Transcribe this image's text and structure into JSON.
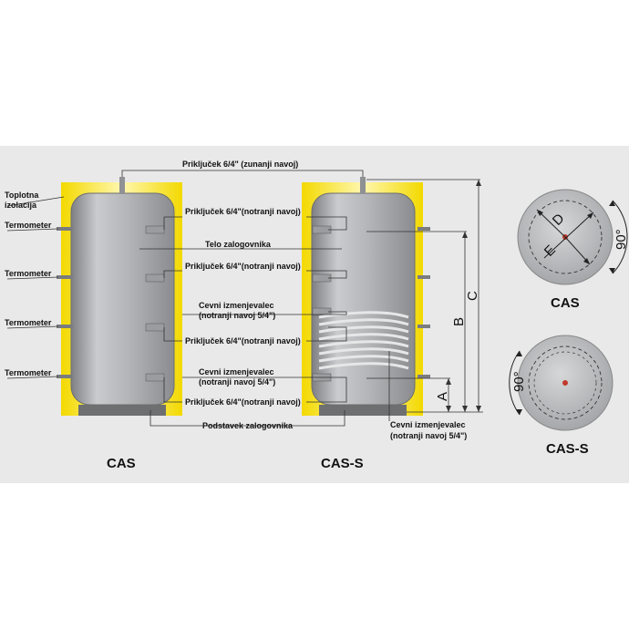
{
  "labels": {
    "top_connection": "Priključek 6/4\" (zunanji navoj)",
    "insulation_line1": "Toplotna",
    "insulation_line2": "izolacija",
    "thermometer": "Termometer",
    "connection_internal": "Priključek 6/4\"(notranji navoj)",
    "tank_body": "Telo zalogovnika",
    "coil_line1": "Cevni izmenjevalec",
    "coil_line2": "(notranji navoj 5/4\")",
    "stand": "Podstavek zalogovnika",
    "coil_right_line1": "Cevni izmenjevalec",
    "coil_right_line2": "(notranji navoj 5/4\")"
  },
  "models": {
    "cas": "CAS",
    "cas_s": "CAS-S"
  },
  "dimensions": {
    "a": "A",
    "b": "B",
    "c": "C",
    "d": "D",
    "e": "E",
    "angle": "90°"
  },
  "colors": {
    "insulation": "#f6e200",
    "insulation_light": "#fff6a8",
    "tank": "#a9abae",
    "panel": "#e9e9e9"
  }
}
